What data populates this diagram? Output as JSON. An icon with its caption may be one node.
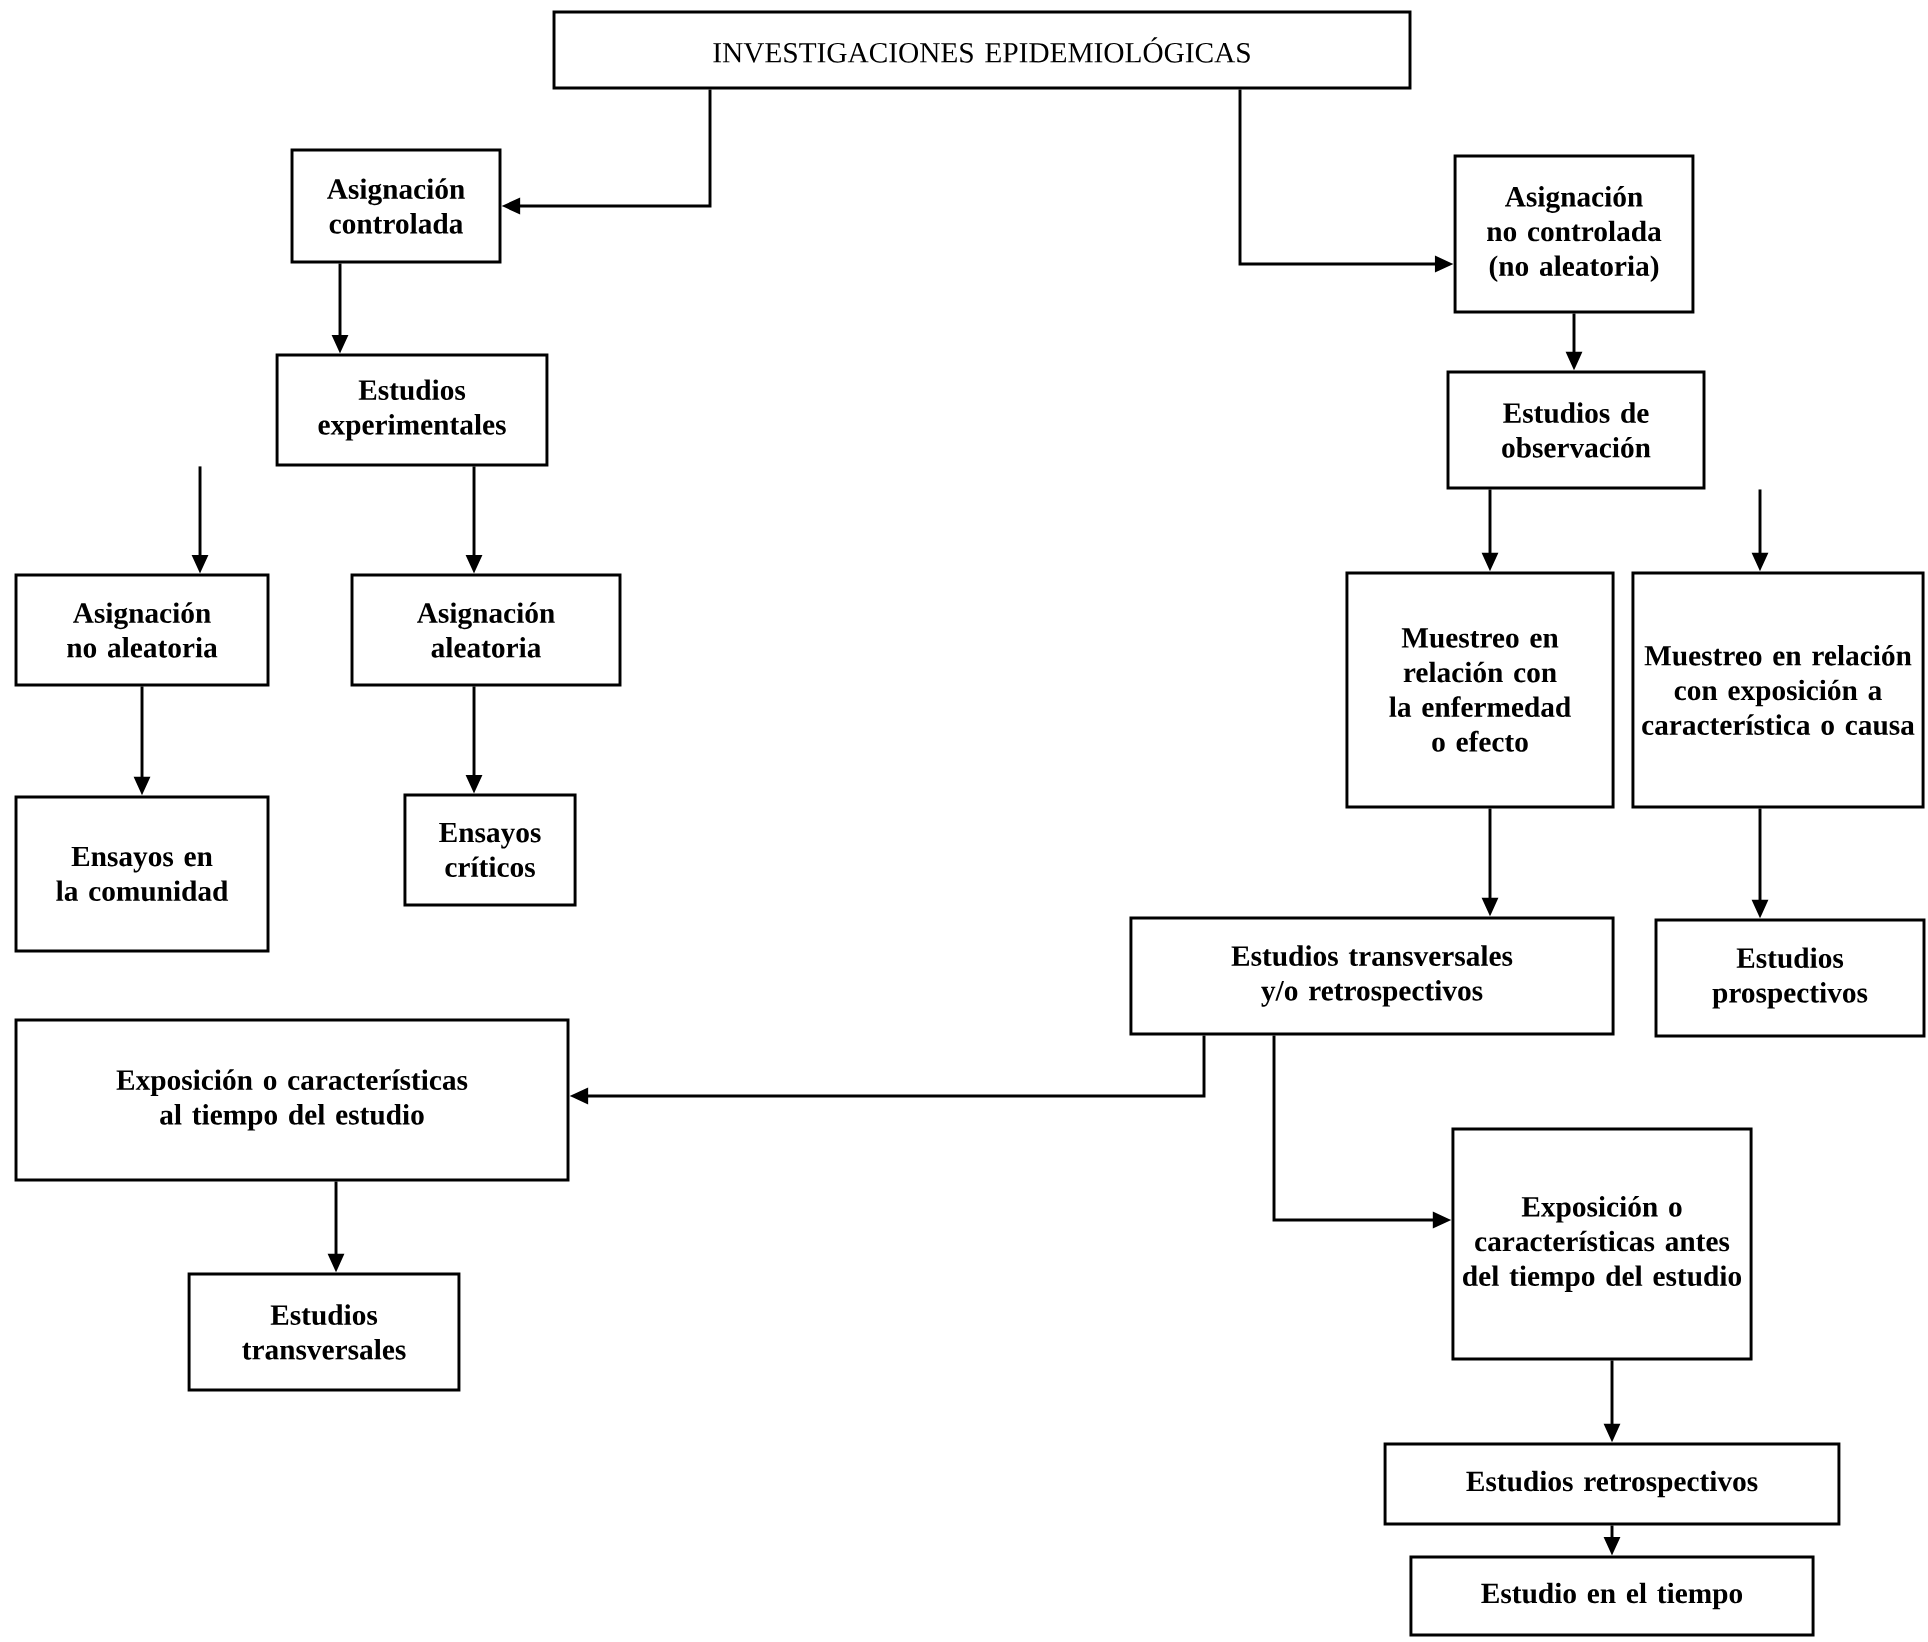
{
  "diagram": {
    "nodes": [
      {
        "text": [
          "INVESTIGACIONES EPIDEMIOLÓGICAS"
        ]
      },
      {
        "text": [
          "Asignación controlada"
        ]
      },
      {
        "text": [
          "Asignación no controlada (no aleatoria)"
        ]
      },
      {
        "text": [
          "Estudios experimentales"
        ]
      },
      {
        "text": [
          "Estudios de observación"
        ]
      },
      {
        "text": [
          "Asignación no aleatoria"
        ]
      },
      {
        "text": [
          "Asignación aleatoria"
        ]
      },
      {
        "text": [
          "Muestreo en relación con la enfermedad o efecto"
        ]
      },
      {
        "text": [
          "Muestreo en relación con exposición a característica o causa"
        ]
      },
      {
        "text": [
          "Ensayos en la comunidad"
        ]
      },
      {
        "text": [
          "Ensayos críticos"
        ]
      },
      {
        "text": [
          "Estudios transversales y/o retrospectivos"
        ]
      },
      {
        "text": [
          "Estudios prospectivos"
        ]
      },
      {
        "text": [
          "Exposición o características al tiempo del estudio"
        ]
      },
      {
        "text": [
          "Exposición o características antes del tiempo del estudio"
        ]
      },
      {
        "text": [
          "Estudios transversales"
        ]
      },
      {
        "text": [
          "Estudios retrospectivos"
        ]
      },
      {
        "text": [
          "Estudio en el tiempo"
        ]
      }
    ],
    "edges": [
      {
        "from": 0,
        "to": 1,
        "arrow": "to"
      },
      {
        "from": 0,
        "to": 2,
        "arrow": "to"
      },
      {
        "from": 1,
        "to": 3,
        "arrow": "to"
      },
      {
        "from": 2,
        "to": 4,
        "arrow": "to"
      },
      {
        "from": 3,
        "to": 5,
        "arrow": "to"
      },
      {
        "from": 3,
        "to": 6,
        "arrow": "to"
      },
      {
        "from": 4,
        "to": 7,
        "arrow": "to"
      },
      {
        "from": 4,
        "to": 8,
        "arrow": "to"
      },
      {
        "from": 5,
        "to": 9,
        "arrow": "to"
      },
      {
        "from": 6,
        "to": 10,
        "arrow": "to"
      },
      {
        "from": 7,
        "to": 11,
        "arrow": "to"
      },
      {
        "from": 8,
        "to": 12,
        "arrow": "to"
      },
      {
        "from": 11,
        "to": 13,
        "arrow": "to"
      },
      {
        "from": 11,
        "to": 14,
        "arrow": "to"
      },
      {
        "from": 13,
        "to": 15,
        "arrow": "to"
      },
      {
        "from": 14,
        "to": 16,
        "arrow": "to"
      },
      {
        "from": 16,
        "to": 17,
        "arrow": "to"
      }
    ]
  }
}
